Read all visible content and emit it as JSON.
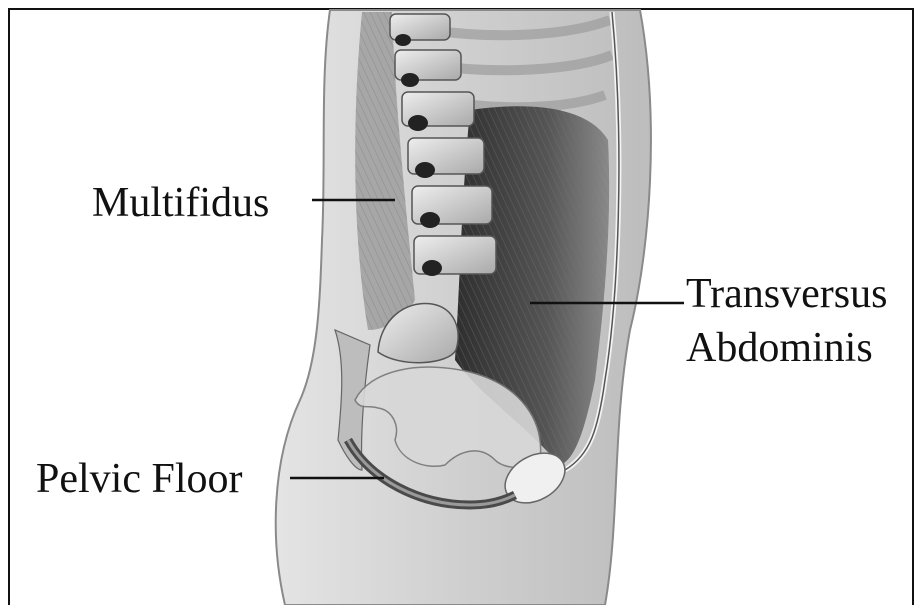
{
  "labels": {
    "multifidus": "Multifidus",
    "transversus_line1": "Transversus",
    "transversus_line2": "Abdominis",
    "pelvic_floor": "Pelvic Floor"
  },
  "colors": {
    "frame": "#111111",
    "label_text": "#111111",
    "muscle_dark": "#3a3a3a",
    "tissue_light": "#d6d6d6",
    "bone": "#c4c4c4"
  }
}
